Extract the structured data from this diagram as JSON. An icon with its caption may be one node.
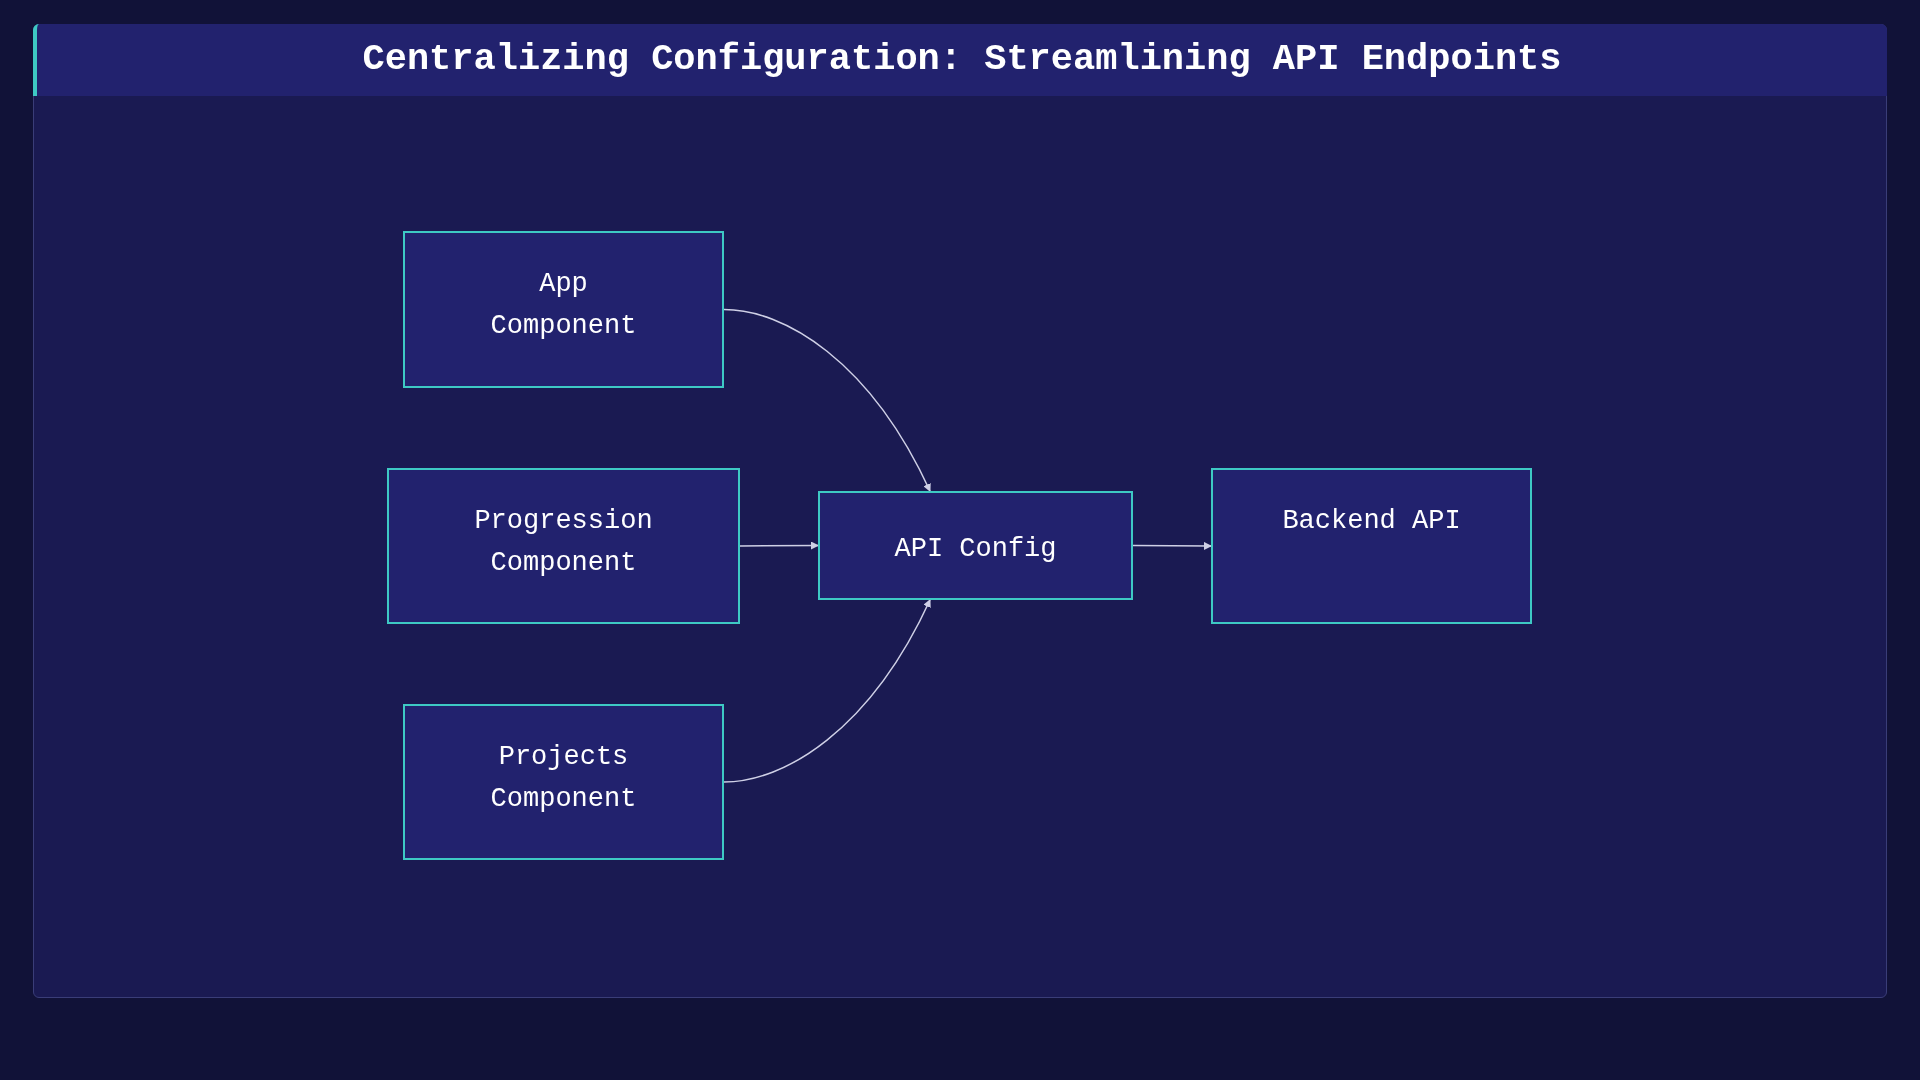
{
  "diagram": {
    "title": "Centralizing Configuration: Streamlining API Endpoints",
    "nodes": [
      {
        "text": [
          "App Component"
        ]
      },
      {
        "text": [
          "Progression Component"
        ]
      },
      {
        "text": [
          "Projects Component"
        ]
      },
      {
        "text": [
          "API Config"
        ]
      },
      {
        "text": [
          "Backend API"
        ]
      }
    ],
    "edges": [
      {
        "from": 0,
        "to": 3,
        "arrow": "to"
      },
      {
        "from": 1,
        "to": 3,
        "arrow": "to"
      },
      {
        "from": 2,
        "to": 3,
        "arrow": "to"
      },
      {
        "from": 3,
        "to": 4,
        "arrow": "to"
      }
    ]
  }
}
